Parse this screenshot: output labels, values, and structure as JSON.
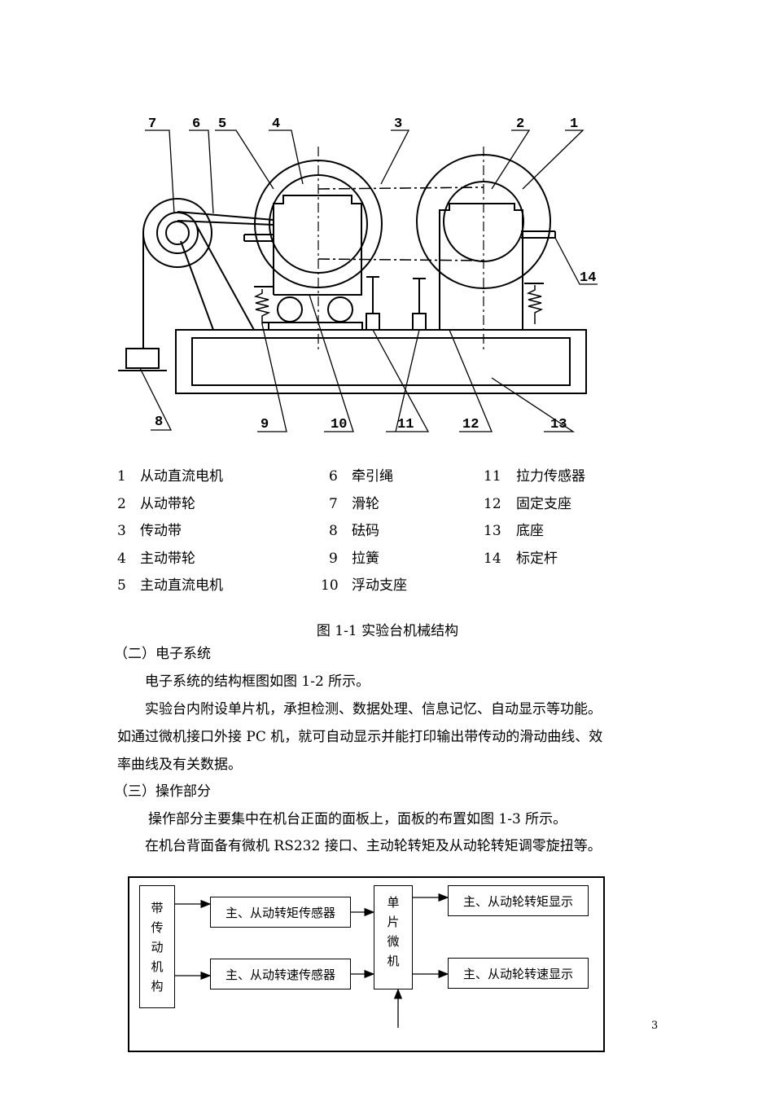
{
  "figure1": {
    "callouts": [
      "7",
      "6",
      "5",
      "4",
      "3",
      "2",
      "1",
      "14",
      "8",
      "9",
      "10",
      "11",
      "12",
      "13"
    ],
    "legend": [
      {
        "num": "1",
        "label": "从动直流电机"
      },
      {
        "num": "2",
        "label": "从动带轮"
      },
      {
        "num": "3",
        "label": "传动带"
      },
      {
        "num": "4",
        "label": "主动带轮"
      },
      {
        "num": "5",
        "label": "主动直流电机"
      },
      {
        "num": "6",
        "label": "牵引绳"
      },
      {
        "num": "7",
        "label": "滑轮"
      },
      {
        "num": "8",
        "label": "砝码"
      },
      {
        "num": "9",
        "label": "拉簧"
      },
      {
        "num": "10",
        "label": "浮动支座"
      },
      {
        "num": "11",
        "label": "拉力传感器"
      },
      {
        "num": "12",
        "label": "固定支座"
      },
      {
        "num": "13",
        "label": "底座"
      },
      {
        "num": "14",
        "label": "标定杆"
      }
    ],
    "caption": "图 1-1 实验台机械结构"
  },
  "text": {
    "heading2": "（二）电子系统",
    "p1": "电子系统的结构框图如图 1-2 所示。",
    "p2_line1": "实验台内附设单片机，承担检测、数据处理、信息记忆、自动显示等功能。",
    "p2_line2": "如通过微机接口外接 PC 机，就可自动显示并能打印输出带传动的滑动曲线、效",
    "p2_line3": "率曲线及有关数据。",
    "heading3": "（三）操作部分",
    "p3": "操作部分主要集中在机台正面的面板上，面板的布置如图 1-3 所示。",
    "p4": "在机台背面备有微机 RS232 接口、主动轮转矩及从动轮转矩调零旋扭等。"
  },
  "diagram": {
    "mechanism": [
      "带",
      "传",
      "动",
      "机",
      "构"
    ],
    "torque_sensor": "主、从动转矩传感器",
    "speed_sensor": "主、从动转速传感器",
    "mcu": [
      "单",
      "片",
      "微",
      "机"
    ],
    "torque_display": "主、从动轮转矩显示",
    "speed_display": "主、从动轮转速显示"
  },
  "page_number": "3"
}
